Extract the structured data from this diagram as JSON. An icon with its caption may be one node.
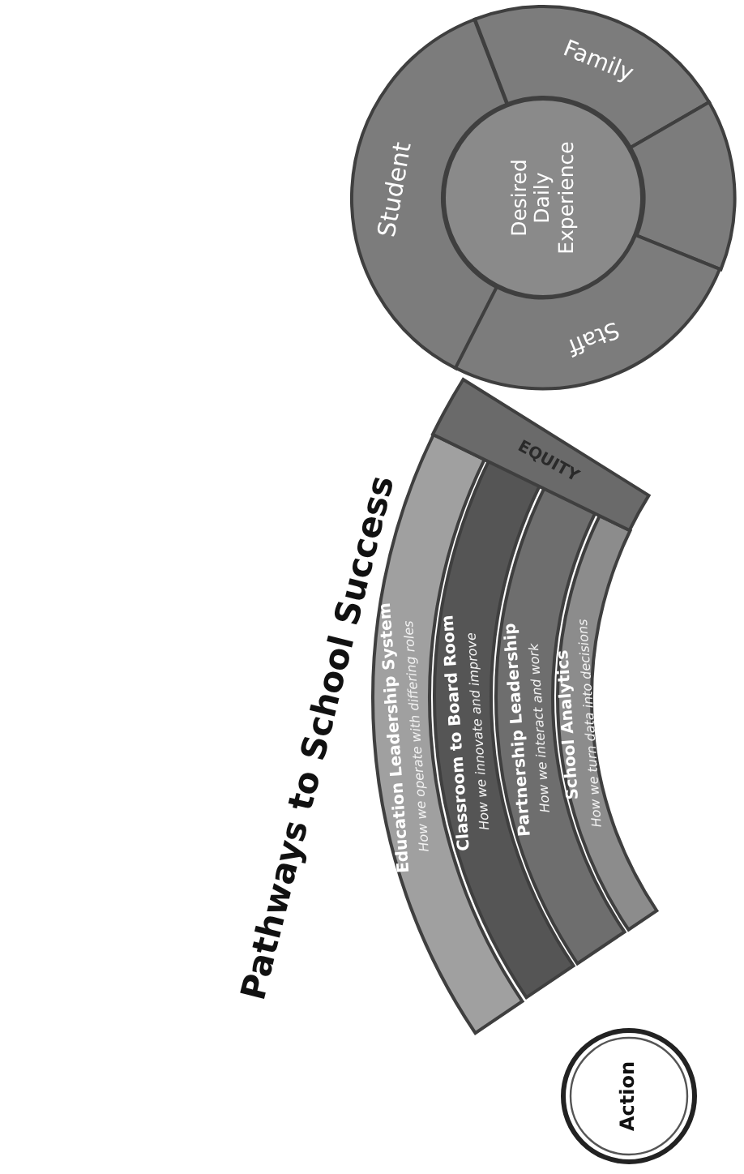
{
  "diagram": {
    "title": "Pathways to School Success",
    "nodes": [
      {
        "text": [
          "Student"
        ]
      },
      {
        "text": [
          "Family"
        ]
      },
      {
        "text": [],
        "shape": "segment"
      },
      {
        "text": [
          "Staff"
        ]
      },
      {
        "text": [
          "Desired Daily Experience"
        ]
      },
      {
        "text": [
          "EQUITY"
        ]
      },
      {
        "text": [
          "Education Leadership System",
          "How we operate with differing roles"
        ]
      },
      {
        "text": [
          "Classroom to Board Room",
          "How we innovate and improve"
        ]
      },
      {
        "text": [
          "Partnership Leadership",
          "How we interact and work"
        ]
      },
      {
        "text": [
          "School Analytics",
          "How we turn data into decisions"
        ]
      },
      {
        "text": [
          "Action"
        ]
      }
    ]
  }
}
